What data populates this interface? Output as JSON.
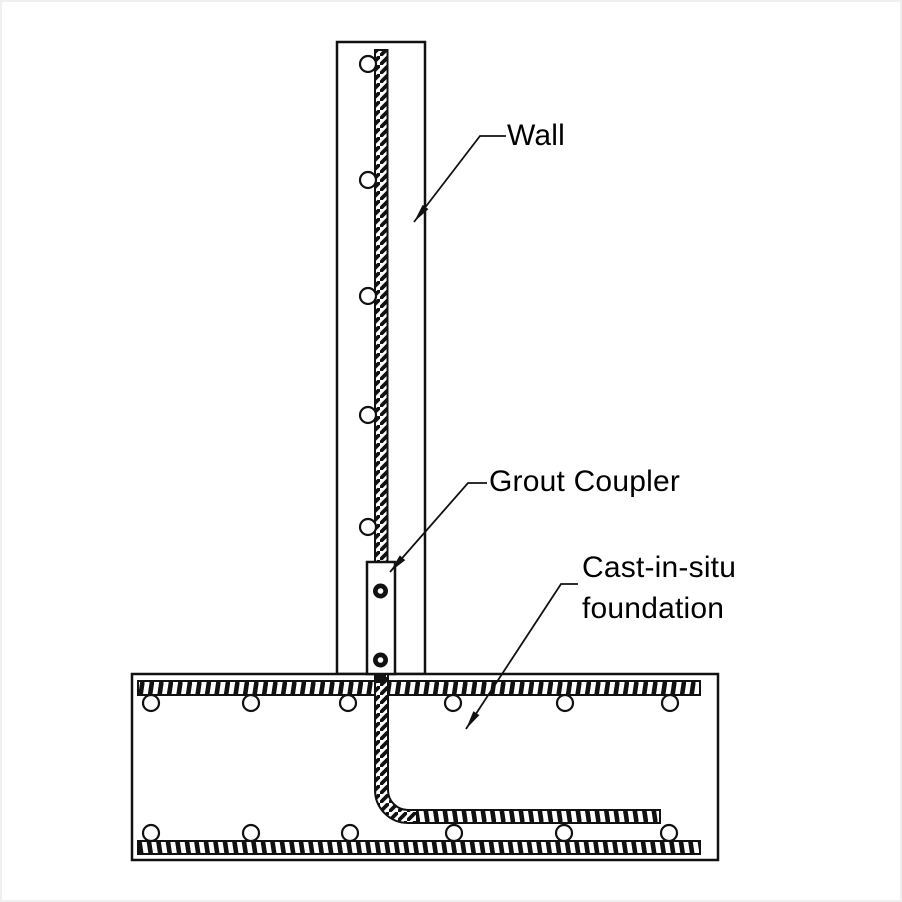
{
  "page": {
    "background": "#ffffff",
    "border_color": "#f0f0f0",
    "line_color": "#111111"
  },
  "labels": {
    "wall": "Wall",
    "grout_coupler": "Grout Coupler",
    "foundation_line1": "Cast-in-situ",
    "foundation_line2": "foundation"
  }
}
